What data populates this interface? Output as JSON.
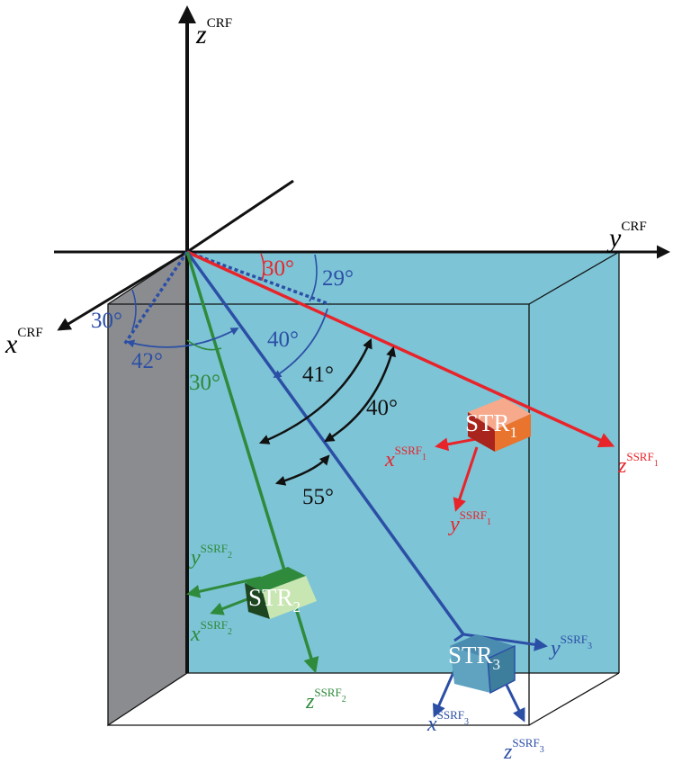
{
  "colors": {
    "plane": "#7dc4d6",
    "side_wall": "#8a8c90",
    "axis": "#111111",
    "red": "#e8242a",
    "blue": "#2c4fa6",
    "green": "#2f8a3b",
    "black_arc": "#111111"
  },
  "crf": {
    "z_letter": "z",
    "z_sup": "CRF",
    "y_letter": "y",
    "y_sup": "CRF",
    "x_letter": "x",
    "x_sup": "CRF"
  },
  "angles": {
    "red_30": "30°",
    "blue_29": "29°",
    "blue_40": "40°",
    "blue_30_left": "30°",
    "blue_42": "42°",
    "green_30": "30°",
    "black_41": "41°",
    "black_40": "40°",
    "black_55": "55°"
  },
  "sensors": {
    "str1": {
      "name": "STR",
      "sub": "1"
    },
    "str2": {
      "name": "STR",
      "sub": "2"
    },
    "str3": {
      "name": "STR",
      "sub": "3"
    }
  },
  "ssrf1": {
    "x_letter": "x",
    "x_sup": "SSRF",
    "x_sub": "1",
    "y_letter": "y",
    "y_sup": "SSRF",
    "y_sub": "1",
    "z_letter": "z",
    "z_sup": "SSRF",
    "z_sub": "1"
  },
  "ssrf2": {
    "x_letter": "x",
    "x_sup": "SSRF",
    "x_sub": "2",
    "y_letter": "y",
    "y_sup": "SSRF",
    "y_sub": "2",
    "z_letter": "z",
    "z_sup": "SSRF",
    "z_sub": "2"
  },
  "ssrf3": {
    "x_letter": "x",
    "x_sup": "SSRF",
    "x_sub": "3",
    "y_letter": "y",
    "y_sup": "SSRF",
    "y_sub": "3",
    "z_letter": "z",
    "z_sup": "SSRF",
    "z_sub": "3"
  }
}
